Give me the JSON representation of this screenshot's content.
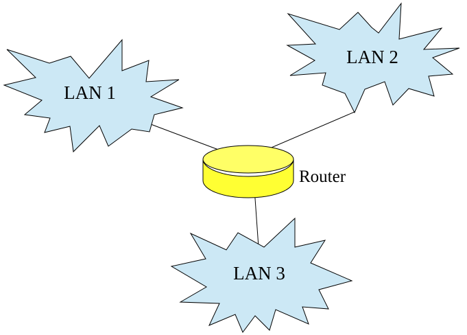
{
  "diagram": {
    "lans": [
      {
        "label": "LAN 1"
      },
      {
        "label": "LAN 2"
      },
      {
        "label": "LAN 3"
      }
    ],
    "router": {
      "label": "Router"
    }
  },
  "colors": {
    "cloud_fill": "#cce8f5",
    "router_fill": "#ffff33",
    "line": "#000000"
  }
}
